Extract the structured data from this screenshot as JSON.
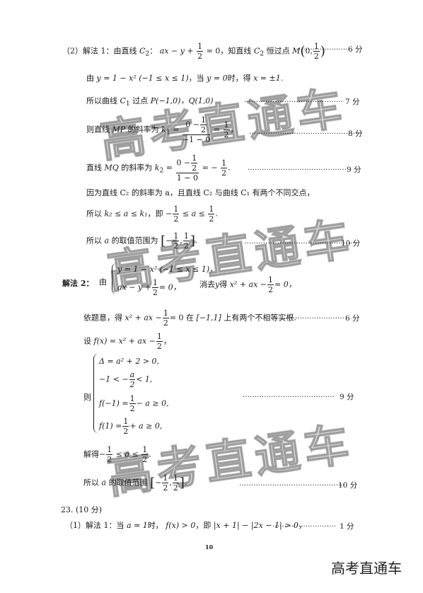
{
  "watermark": "高考直通车",
  "brand_mark": "高考直通车",
  "page_number": "10",
  "l1": {
    "prefix": "（2）解法 1：由直线",
    "c2": "C",
    "c2sub": "2",
    "colon": "：",
    "eq1": "ax − y +",
    "frac_n": "1",
    "frac_d": "2",
    "eq1b": "= 0，知直线",
    "c2b": "C",
    "c2bsub": "2",
    "mid": "恒过点",
    "M": "M",
    "pt_a": "0,",
    "pt_n": "1",
    "pt_d": "2",
    "dots": "……………………",
    "score": "6 分"
  },
  "l2": {
    "text1": "由",
    "eq": "y = 1 − x² (−1 ≤ x ≤ 1)",
    "text2": "，当",
    "eq2": "y = 0",
    "text3": "时，得",
    "eq3": "x = ±1",
    "end": "."
  },
  "l3": {
    "text1": "所以曲线",
    "c1": "C",
    "c1sub": "1",
    "text2": "过点",
    "pts": "P(−1,0)，Q(1,0)",
    "dots": "……………………………………",
    "score": "7 分"
  },
  "l4": {
    "text1": "则直线",
    "mp": "MP",
    "text2": "的斜率为",
    "k1": "k",
    "k1sub": "1",
    "eq": "=",
    "num": "0 −",
    "num_n": "1",
    "num_d": "2",
    "den": "−1 − 0",
    "res": "=",
    "res_n": "1",
    "res_d": "2",
    "end": "，",
    "dots": "…………………………………………",
    "score": "8 分"
  },
  "l5": {
    "text1": "直线",
    "mq": "MQ",
    "text2": "的斜率为",
    "k2": "k",
    "k2sub": "2",
    "eq": "=",
    "num": "0 −",
    "num_n": "1",
    "num_d": "2",
    "den": "1 − 0",
    "res": "= −",
    "res_n": "1",
    "res_d": "2",
    "end": ".",
    "dots": "……………………………………",
    "score": "9 分"
  },
  "l6": {
    "text": "因为直线 C₂ 的斜率为 a，且直线 C₂ 与曲线 C₁ 有两个不同交点，"
  },
  "l7": {
    "text1": "所以",
    "ineq": "k₂ ≤ a ≤ k₁",
    "text2": "，即",
    "a": "−",
    "n1": "1",
    "d1": "2",
    "mid": "≤ a ≤",
    "n2": "1",
    "d2": "2",
    "end": "."
  },
  "l8": {
    "text1": "所以",
    "a": "a",
    "text2": "的取值范围为",
    "lb": "−",
    "n1": "1",
    "d1": "2",
    "comma": ",",
    "n2": "1",
    "d2": "2",
    "end": ".",
    "dots": "…………………………………………",
    "score": "10 分"
  },
  "m2": {
    "label": "解法 2：",
    "text1": "由",
    "sys1": "y = 1 − x² (−1 ≤ x ≤ 1)，",
    "sys2a": "ax − y +",
    "sys2n": "1",
    "sys2d": "2",
    "sys2b": "= 0，",
    "text2": "消去",
    "y": "y",
    "text3": "得",
    "eq": "x² + ax −",
    "eqn": "1",
    "eqd": "2",
    "eqb": "= 0，"
  },
  "m3": {
    "text1": "依题意，得",
    "eq": "x² + ax −",
    "n": "1",
    "d": "2",
    "eqb": "= 0 在",
    "iv": "[−1,1]",
    "text2": "上有两个不相等实根.",
    "dots": "………………………",
    "score": "6 分"
  },
  "m4": {
    "text1": "设",
    "f": "f(x) = x² + ax −",
    "n": "1",
    "d": "2",
    "end": "，"
  },
  "m5": {
    "then": "则",
    "c1": "Δ = a² + 2 > 0,",
    "c2a": "−1 < −",
    "c2n": "a",
    "c2d": "2",
    "c2b": "< 1,",
    "c3a": "f(−1) =",
    "c3n": "1",
    "c3d": "2",
    "c3b": "− a ≥ 0,",
    "c4a": "f(1) =",
    "c4n": "1",
    "c4d": "2",
    "c4b": "+ a ≥ 0,",
    "dots": "…………………………………",
    "score": "9 分"
  },
  "m6": {
    "text1": "解得",
    "a": "−",
    "n1": "1",
    "d1": "2",
    "mid": "≤ a ≤",
    "n2": "1",
    "d2": "2",
    "end": "."
  },
  "m7": {
    "text1": "所以",
    "a": "a",
    "text2": "的取值范围",
    "lb": "−",
    "n1": "1",
    "d1": "2",
    "comma": ",",
    "n2": "1",
    "d2": "2",
    "end": ".",
    "dots": "………………………………………",
    "score": "10 分"
  },
  "p23": {
    "label": "23. (10 分)"
  },
  "p23a": {
    "text1": "（1）解法 1：当",
    "eq1": "a = 1",
    "text2": "时，",
    "eq2": "f(x) > 0",
    "text3": "，即",
    "eq3": "|x + 1| − |2x − 1| > 0",
    "end": "，",
    "dots": "………………………",
    "score": "1 分"
  }
}
